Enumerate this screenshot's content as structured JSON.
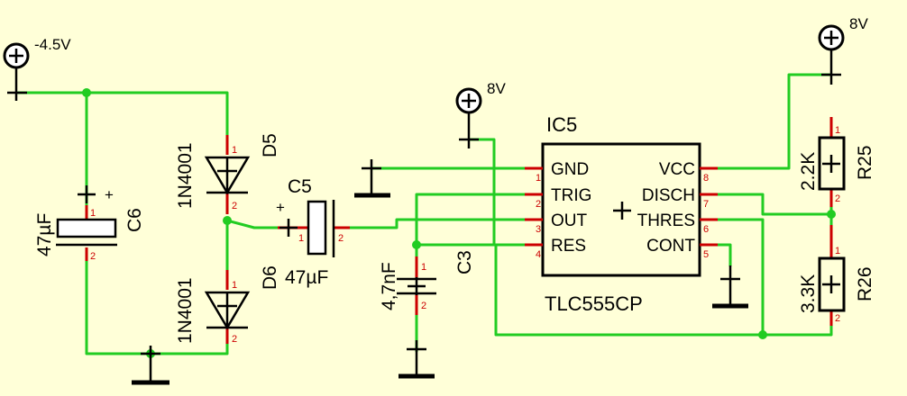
{
  "power": {
    "neg": "-4.5V",
    "vcc_ic": "8V",
    "vcc_right": "8V"
  },
  "ic": {
    "ref": "IC5",
    "part": "TLC555CP",
    "left_pins": [
      {
        "num": "1",
        "name": "GND"
      },
      {
        "num": "2",
        "name": "TRIG"
      },
      {
        "num": "3",
        "name": "OUT"
      },
      {
        "num": "4",
        "name": "RES"
      }
    ],
    "right_pins": [
      {
        "num": "8",
        "name": "VCC"
      },
      {
        "num": "7",
        "name": "DISCH"
      },
      {
        "num": "6",
        "name": "THRES"
      },
      {
        "num": "5",
        "name": "CONT"
      }
    ]
  },
  "components": {
    "c6": {
      "ref": "C6",
      "value": "47µF",
      "pin1": "1",
      "pin2": "2",
      "plus": "+"
    },
    "d5": {
      "ref": "D5",
      "value": "1N4001",
      "pin1": "1",
      "pin2": "2"
    },
    "d6": {
      "ref": "D6",
      "value": "1N4001",
      "pin1": "1",
      "pin2": "2"
    },
    "c5": {
      "ref": "C5",
      "value": "47µF",
      "pin1": "1",
      "pin2": "2",
      "plus": "+"
    },
    "c3": {
      "ref": "C3",
      "value": "4,7nF",
      "pin1": "1",
      "pin2": "2"
    },
    "r25": {
      "ref": "R25",
      "value": "2.2K",
      "pin1": "1",
      "pin2": "2"
    },
    "r26": {
      "ref": "R26",
      "value": "3.3K",
      "pin1": "1",
      "pin2": "2"
    }
  },
  "colors": {
    "background": "#ffffd8",
    "wire": "#22cc22",
    "pin": "#cc0000",
    "symbol": "#000000"
  }
}
